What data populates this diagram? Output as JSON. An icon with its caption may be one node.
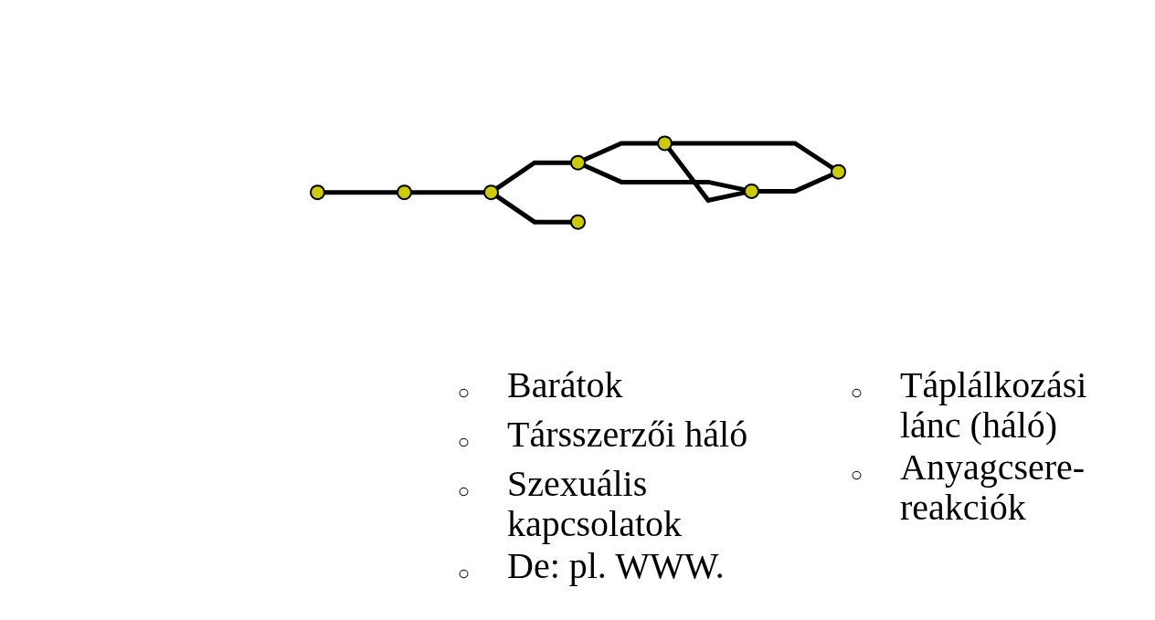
{
  "diagram": {
    "nodes": [
      {
        "text": [],
        "shape": "circle"
      },
      {
        "text": [],
        "shape": "circle"
      },
      {
        "text": [],
        "shape": "circle"
      },
      {
        "text": [],
        "shape": "circle"
      },
      {
        "text": [],
        "shape": "circle"
      },
      {
        "text": [],
        "shape": "circle"
      },
      {
        "text": [],
        "shape": "circle"
      },
      {
        "text": [],
        "shape": "circle"
      }
    ],
    "edges": [
      {
        "from": 7,
        "to": 2,
        "arrow": "none"
      },
      {
        "from": 2,
        "to": 3,
        "arrow": "none"
      },
      {
        "from": 3,
        "to": 6,
        "arrow": "none"
      },
      {
        "from": 3,
        "to": 0,
        "arrow": "none"
      },
      {
        "from": 0,
        "to": 1,
        "arrow": "none"
      },
      {
        "from": 0,
        "to": 4,
        "arrow": "none"
      },
      {
        "from": 1,
        "to": 4,
        "arrow": "none"
      },
      {
        "from": 1,
        "to": 5,
        "arrow": "none"
      },
      {
        "from": 4,
        "to": 5,
        "arrow": "none"
      }
    ],
    "labels": [
      "○",
      "Barátok",
      "○",
      "Társszerzői háló",
      "○",
      "Szexuális kapcsolatok",
      "○",
      "De: pl. WWW.",
      "○",
      "Táplálkozási lánc (háló)",
      "○",
      "Anyagcsere-reakciók"
    ]
  }
}
